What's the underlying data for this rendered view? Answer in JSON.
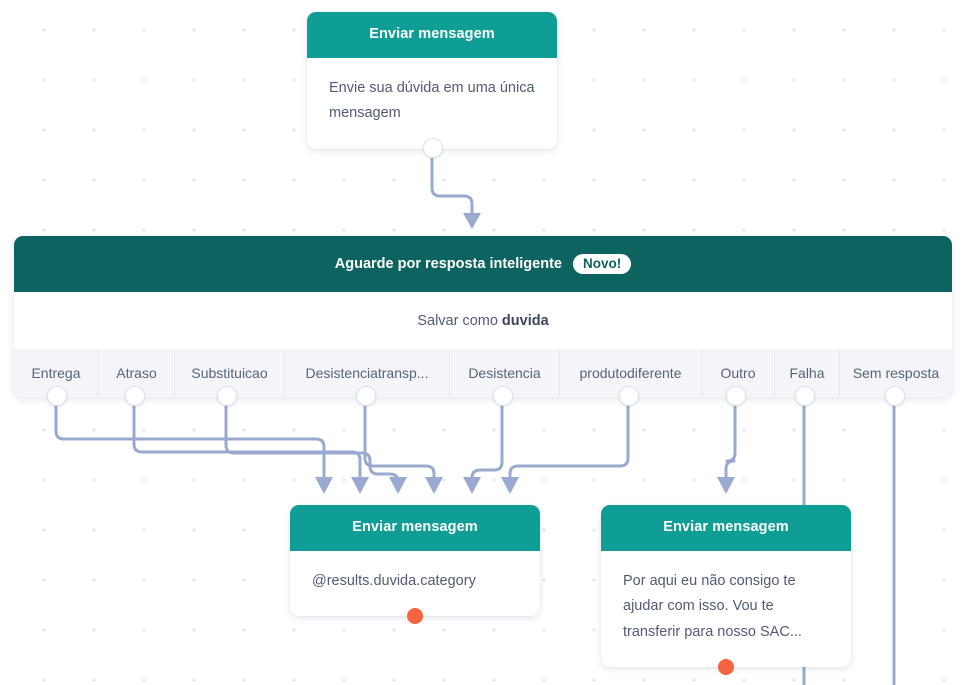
{
  "canvas": {
    "background_color": "#ffffff",
    "grid_dot_color": "#e3e6f0",
    "connector_color": "#9aa9cf"
  },
  "nodes": {
    "send_message_top": {
      "header": "Enviar mensagem",
      "body": "Envie sua dúvida em uma única mensagem",
      "header_color": "#0f9e96"
    },
    "smart_answer": {
      "header": "Aguarde por resposta inteligente",
      "badge": "Novo!",
      "header_color": "#0d6360",
      "subtitle_prefix": "Salvar como",
      "subtitle_variable": "duvida",
      "outputs": [
        {
          "label": "Entrega"
        },
        {
          "label": "Atraso"
        },
        {
          "label": "Substituicao"
        },
        {
          "label": "Desistenciatransp..."
        },
        {
          "label": "Desistencia"
        },
        {
          "label": "produtodiferente"
        },
        {
          "label": "Outro"
        },
        {
          "label": "Falha"
        },
        {
          "label": "Sem resposta"
        }
      ]
    },
    "send_message_left": {
      "header": "Enviar mensagem",
      "body": "@results.duvida.category",
      "header_color": "#0f9e96"
    },
    "send_message_right": {
      "header": "Enviar mensagem",
      "body": "Por aqui eu não consigo te ajudar com isso. Vou te transferir para nosso SAC...",
      "header_color": "#0f9e96"
    }
  }
}
